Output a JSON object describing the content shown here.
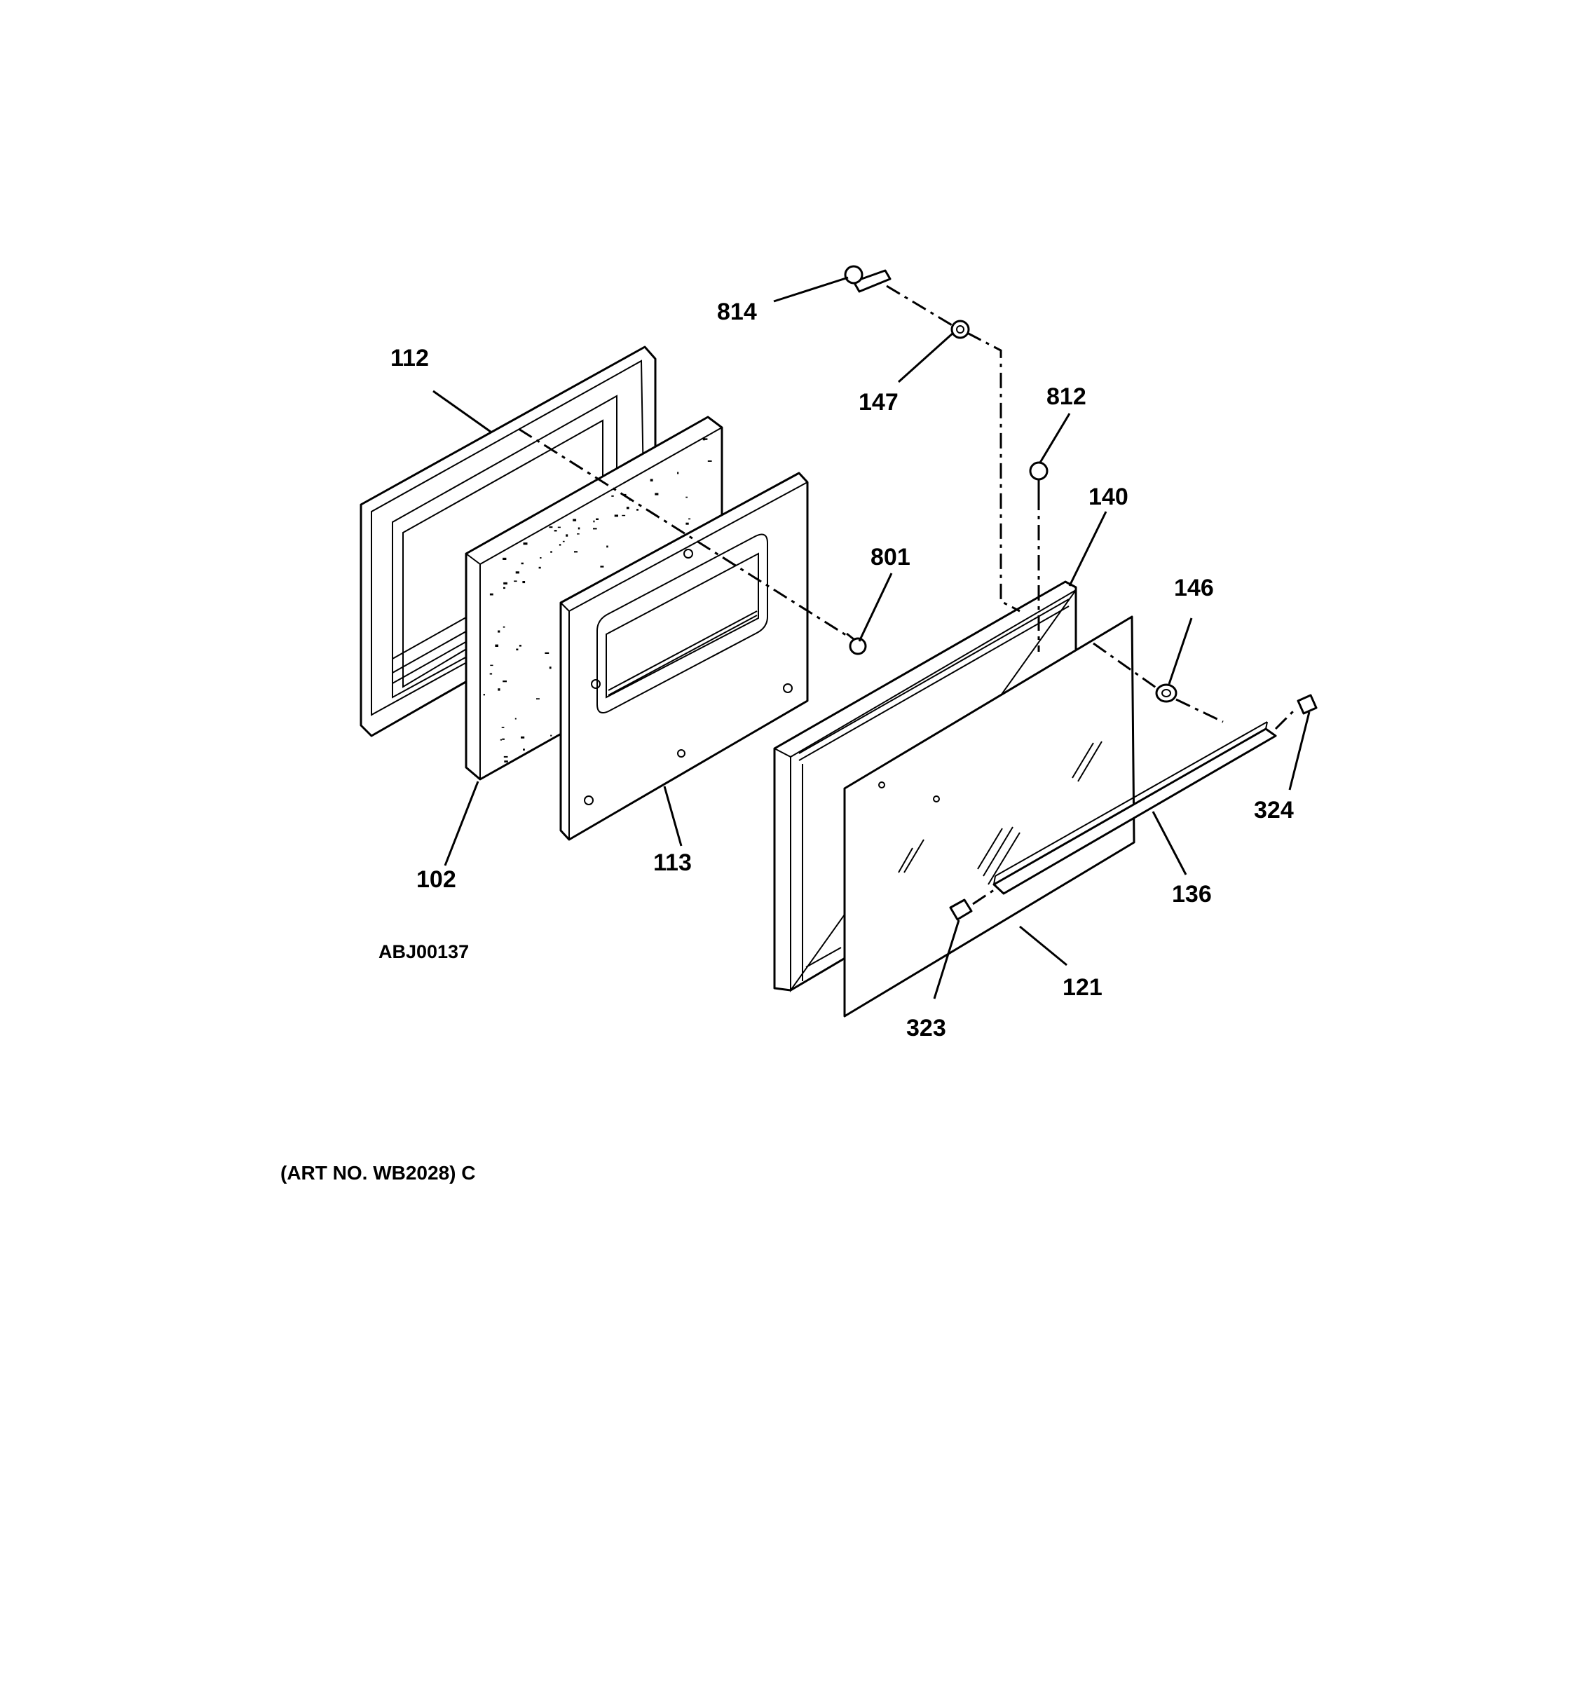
{
  "diagram": {
    "drawing_code": "ABJ00137",
    "art_number": "(ART NO. WB2028) C",
    "callouts": {
      "p112": "112",
      "p102": "102",
      "p113": "113",
      "p801": "801",
      "p814": "814",
      "p147": "147",
      "p812": "812",
      "p140": "140",
      "p146": "146",
      "p324": "324",
      "p136": "136",
      "p121": "121",
      "p323": "323"
    }
  }
}
